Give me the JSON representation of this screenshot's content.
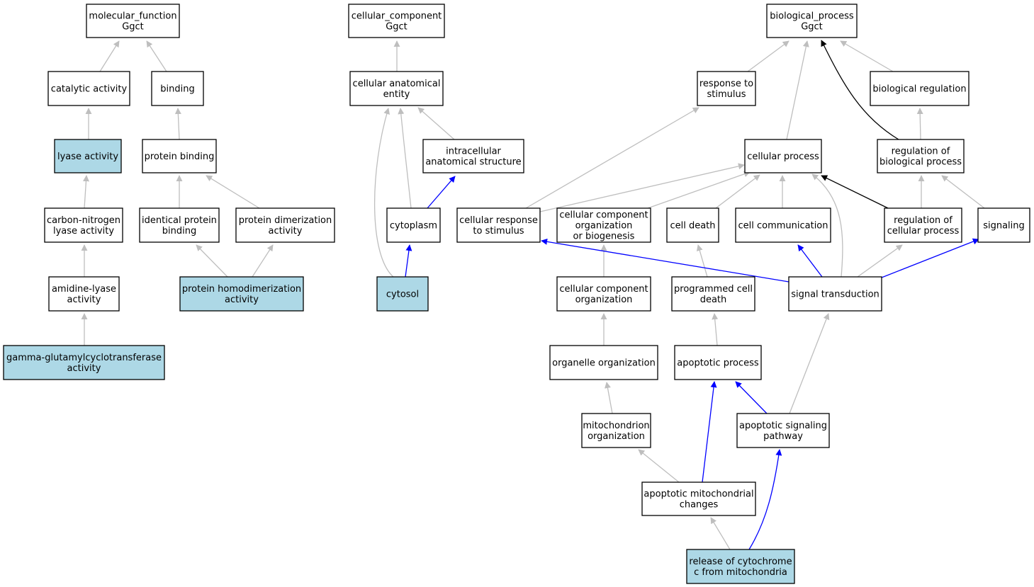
{
  "colors": {
    "highlight_fill": "#add8e6",
    "default_fill": "#ffffff",
    "edge_gray": "#bebebe",
    "edge_blue": "#0000ff",
    "edge_black": "#000000"
  },
  "nodes": [
    {
      "id": "mf",
      "lines": [
        "molecular_function",
        "Ggct"
      ],
      "highlight": false
    },
    {
      "id": "cat",
      "lines": [
        "catalytic activity"
      ],
      "highlight": false
    },
    {
      "id": "bind",
      "lines": [
        "binding"
      ],
      "highlight": false
    },
    {
      "id": "lyase",
      "lines": [
        "lyase activity"
      ],
      "highlight": true
    },
    {
      "id": "pbind",
      "lines": [
        "protein binding"
      ],
      "highlight": false
    },
    {
      "id": "cnlyase",
      "lines": [
        "carbon-nitrogen",
        "lyase activity"
      ],
      "highlight": false
    },
    {
      "id": "idpb",
      "lines": [
        "identical protein",
        "binding"
      ],
      "highlight": false
    },
    {
      "id": "pdimer",
      "lines": [
        "protein dimerization",
        "activity"
      ],
      "highlight": false
    },
    {
      "id": "amidine",
      "lines": [
        "amidine-lyase",
        "activity"
      ],
      "highlight": false
    },
    {
      "id": "phomo",
      "lines": [
        "protein homodimerization",
        "activity"
      ],
      "highlight": true
    },
    {
      "id": "ggct",
      "lines": [
        "gamma-glutamylcyclotransferase",
        "activity"
      ],
      "highlight": true
    },
    {
      "id": "cc",
      "lines": [
        "cellular_component",
        "Ggct"
      ],
      "highlight": false
    },
    {
      "id": "cae",
      "lines": [
        "cellular anatomical",
        "entity"
      ],
      "highlight": false
    },
    {
      "id": "ias",
      "lines": [
        "intracellular",
        "anatomical structure"
      ],
      "highlight": false
    },
    {
      "id": "cyto",
      "lines": [
        "cytoplasm"
      ],
      "highlight": false
    },
    {
      "id": "cytosol",
      "lines": [
        "cytosol"
      ],
      "highlight": true
    },
    {
      "id": "bp",
      "lines": [
        "biological_process",
        "Ggct"
      ],
      "highlight": false
    },
    {
      "id": "rts",
      "lines": [
        "response to",
        "stimulus"
      ],
      "highlight": false
    },
    {
      "id": "breg",
      "lines": [
        "biological regulation"
      ],
      "highlight": false
    },
    {
      "id": "cproc",
      "lines": [
        "cellular process"
      ],
      "highlight": false
    },
    {
      "id": "rbp",
      "lines": [
        "regulation of",
        "biological process"
      ],
      "highlight": false
    },
    {
      "id": "crts",
      "lines": [
        "cellular response",
        "to stimulus"
      ],
      "highlight": false
    },
    {
      "id": "ccob",
      "lines": [
        "cellular component",
        "organization",
        "or biogenesis"
      ],
      "highlight": false
    },
    {
      "id": "cdeath",
      "lines": [
        "cell death"
      ],
      "highlight": false
    },
    {
      "id": "ccomm",
      "lines": [
        "cell communication"
      ],
      "highlight": false
    },
    {
      "id": "rcp",
      "lines": [
        "regulation of",
        "cellular process"
      ],
      "highlight": false
    },
    {
      "id": "signaling",
      "lines": [
        "signaling"
      ],
      "highlight": false
    },
    {
      "id": "cco",
      "lines": [
        "cellular component",
        "organization"
      ],
      "highlight": false
    },
    {
      "id": "pcd",
      "lines": [
        "programmed cell",
        "death"
      ],
      "highlight": false
    },
    {
      "id": "st",
      "lines": [
        "signal transduction"
      ],
      "highlight": false
    },
    {
      "id": "oo",
      "lines": [
        "organelle organization"
      ],
      "highlight": false
    },
    {
      "id": "ap",
      "lines": [
        "apoptotic process"
      ],
      "highlight": false
    },
    {
      "id": "mo",
      "lines": [
        "mitochondrion",
        "organization"
      ],
      "highlight": false
    },
    {
      "id": "asp",
      "lines": [
        "apoptotic signaling",
        "pathway"
      ],
      "highlight": false
    },
    {
      "id": "amc",
      "lines": [
        "apoptotic mitochondrial",
        "changes"
      ],
      "highlight": false
    },
    {
      "id": "rcyt",
      "lines": [
        "release of cytochrome",
        "c from mitochondria"
      ],
      "highlight": true
    }
  ],
  "edges": [
    {
      "from": "cat",
      "to": "mf",
      "color": "gray"
    },
    {
      "from": "bind",
      "to": "mf",
      "color": "gray"
    },
    {
      "from": "lyase",
      "to": "cat",
      "color": "gray"
    },
    {
      "from": "pbind",
      "to": "bind",
      "color": "gray"
    },
    {
      "from": "cnlyase",
      "to": "lyase",
      "color": "gray"
    },
    {
      "from": "idpb",
      "to": "pbind",
      "color": "gray"
    },
    {
      "from": "pdimer",
      "to": "pbind",
      "color": "gray"
    },
    {
      "from": "amidine",
      "to": "cnlyase",
      "color": "gray"
    },
    {
      "from": "phomo",
      "to": "idpb",
      "color": "gray"
    },
    {
      "from": "phomo",
      "to": "pdimer",
      "color": "gray"
    },
    {
      "from": "ggct",
      "to": "amidine",
      "color": "gray"
    },
    {
      "from": "cae",
      "to": "cc",
      "color": "gray"
    },
    {
      "from": "ias",
      "to": "cae",
      "color": "gray"
    },
    {
      "from": "cyto",
      "to": "cae",
      "color": "gray"
    },
    {
      "from": "cyto",
      "to": "ias",
      "color": "blue"
    },
    {
      "from": "cytosol",
      "to": "cyto",
      "color": "blue"
    },
    {
      "from": "cytosol",
      "to": "cae",
      "color": "gray"
    },
    {
      "from": "rts",
      "to": "bp",
      "color": "gray"
    },
    {
      "from": "cproc",
      "to": "bp",
      "color": "gray"
    },
    {
      "from": "breg",
      "to": "bp",
      "color": "gray"
    },
    {
      "from": "rbp",
      "to": "bp",
      "color": "black"
    },
    {
      "from": "rbp",
      "to": "breg",
      "color": "gray"
    },
    {
      "from": "crts",
      "to": "rts",
      "color": "gray"
    },
    {
      "from": "crts",
      "to": "cproc",
      "color": "gray"
    },
    {
      "from": "ccob",
      "to": "cproc",
      "color": "gray"
    },
    {
      "from": "cdeath",
      "to": "cproc",
      "color": "gray"
    },
    {
      "from": "ccomm",
      "to": "cproc",
      "color": "gray"
    },
    {
      "from": "rcp",
      "to": "cproc",
      "color": "black"
    },
    {
      "from": "rcp",
      "to": "rbp",
      "color": "gray"
    },
    {
      "from": "signaling",
      "to": "rbp",
      "color": "gray"
    },
    {
      "from": "cco",
      "to": "ccob",
      "color": "gray"
    },
    {
      "from": "pcd",
      "to": "cdeath",
      "color": "gray"
    },
    {
      "from": "st",
      "to": "crts",
      "color": "blue"
    },
    {
      "from": "st",
      "to": "ccomm",
      "color": "blue"
    },
    {
      "from": "st",
      "to": "rcp",
      "color": "gray"
    },
    {
      "from": "st",
      "to": "signaling",
      "color": "blue"
    },
    {
      "from": "st",
      "to": "cproc",
      "color": "gray"
    },
    {
      "from": "oo",
      "to": "cco",
      "color": "gray"
    },
    {
      "from": "ap",
      "to": "pcd",
      "color": "gray"
    },
    {
      "from": "mo",
      "to": "oo",
      "color": "gray"
    },
    {
      "from": "asp",
      "to": "ap",
      "color": "blue"
    },
    {
      "from": "asp",
      "to": "st",
      "color": "gray"
    },
    {
      "from": "amc",
      "to": "mo",
      "color": "gray"
    },
    {
      "from": "amc",
      "to": "ap",
      "color": "blue"
    },
    {
      "from": "rcyt",
      "to": "amc",
      "color": "gray"
    },
    {
      "from": "rcyt",
      "to": "asp",
      "color": "blue"
    }
  ]
}
